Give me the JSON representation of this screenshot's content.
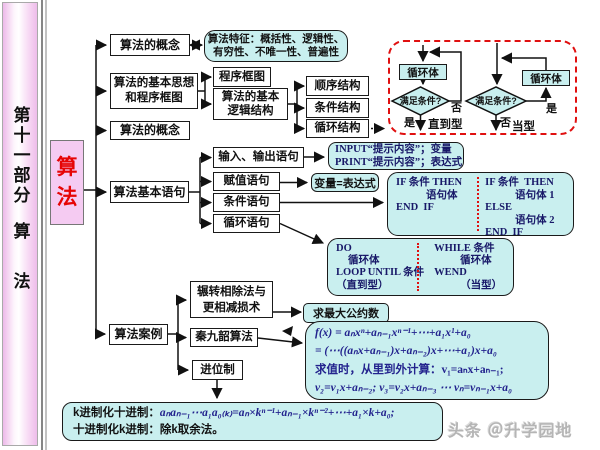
{
  "sidebar": {
    "part": "第十一部分",
    "subject_char1": "算",
    "subject_char2": "法"
  },
  "root": {
    "char1": "算",
    "char2": "法"
  },
  "branches": {
    "concept1": "算法的概念",
    "basic_idea_l1": "算法的基本思想",
    "basic_idea_l2": "和程序框图",
    "concept2": "算法的概念",
    "statements": "算法基本语句",
    "cases": "算法案例"
  },
  "features": {
    "l1": "算法特征：概括性、逻辑性、",
    "l2": "有穷性、不唯一性、普遍性"
  },
  "framework": {
    "flowchart": "程序框图",
    "logic_l1": "算法的基本",
    "logic_l2": "逻辑结构",
    "seq": "顺序结构",
    "cond": "条件结构",
    "loop": "循环结构"
  },
  "loop_chart": {
    "body1": "循环体",
    "cond1": "满足条件?",
    "no1": "否",
    "yes1": "是",
    "type1": "直到型",
    "body2": "循环体",
    "cond2": "满足条件?",
    "yes2": "是",
    "no2": "否",
    "type2": "当型"
  },
  "statements": {
    "io": "输入、输出语句",
    "assign": "赋值语句",
    "cond": "条件语句",
    "loop": "循环语句",
    "io_detail_l1": "INPUT“提示内容”；变量",
    "io_detail_l2": "PRINT“提示内容”；表达式",
    "assign_detail": "变量=表达式",
    "if_left": [
      "IF 条件 THEN",
      "语句体",
      "END  IF"
    ],
    "if_right": [
      "IF 条件  THEN",
      "语句体 1",
      "ELSE",
      "语句体 2",
      "END  IF"
    ],
    "do_left": [
      "DO",
      "循环体",
      "LOOP UNTIL 条件",
      "（直到型）"
    ],
    "do_right": [
      "WHILE 条件",
      "循环体",
      "WEND",
      "（当型）"
    ]
  },
  "cases": {
    "euclid_l1": "辗转相除法与",
    "euclid_l2": "更相减损术",
    "qin": "秦九韶算法",
    "base": "进位制",
    "gcd": "求最大公约数",
    "horner_l1": "f(x) = aₙxⁿ+aₙ₋₁xⁿ⁻¹+⋯+a₁x¹+a₀",
    "horner_l2": "= (⋯((aₙx+aₙ₋₁)x+aₙ₋₂)x+⋯+a₁)x+a₀",
    "horner_l3": "求值时，从里到外计算：v₁=aₙx+aₙ₋₁;",
    "horner_l4": "v₂=v₁x+aₙ₋₂; v₃=v₂x+aₙ₋₃ ⋯ vₙ=vₙ₋₁x+a₀",
    "base_label1": "k进制化十进制：",
    "base_formula1": "aₙaₙ₋₁⋯a₁a₀₍ₖ₎=aₙ×kⁿ⁻¹+aₙ₋₁×kⁿ⁻²+⋯+a₁×k+a₀;",
    "base_label2": "十进制化k进制：除k取余法。"
  },
  "watermark": "头条 ＠升学园地",
  "colors": {
    "accent_red": "#e01010",
    "node_cyan": "#c9efef",
    "root_pink": "#f5cbf2",
    "code_navy": "#181868",
    "root_text_red": "#e60505"
  }
}
